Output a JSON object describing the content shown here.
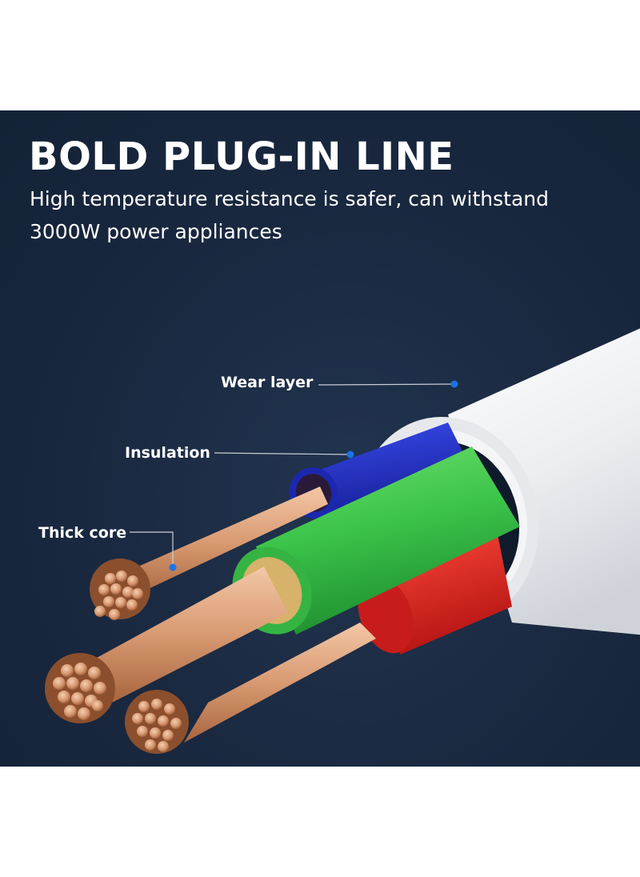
{
  "title": "BOLD PLUG-IN LINE",
  "subtitle": "High temperature resistance is safer, can withstand 3000W power appliances",
  "callouts": {
    "wear_layer": "Wear layer",
    "insulation": "Insulation",
    "thick_core": "Thick core"
  },
  "colors": {
    "background": "#19283f",
    "sheath": "#f2f3f5",
    "blue_wire": "#1f2fc4",
    "green_wire": "#3cc44a",
    "red_wire": "#e42222",
    "copper": "#d89a72",
    "marker_dot": "#1a73e8"
  }
}
